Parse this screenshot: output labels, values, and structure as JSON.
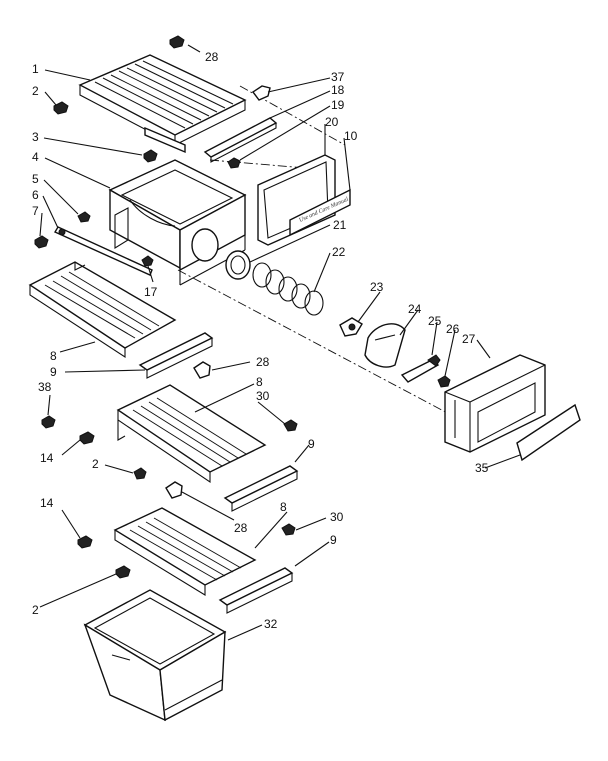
{
  "diagram": {
    "callouts": [
      "1",
      "2",
      "3",
      "4",
      "5",
      "6",
      "7",
      "8",
      "9",
      "10",
      "14",
      "17",
      "18",
      "19",
      "20",
      "21",
      "22",
      "23",
      "24",
      "25",
      "26",
      "27",
      "28",
      "30",
      "32",
      "35",
      "37",
      "38"
    ],
    "card_text": "Use and Care Manual"
  }
}
